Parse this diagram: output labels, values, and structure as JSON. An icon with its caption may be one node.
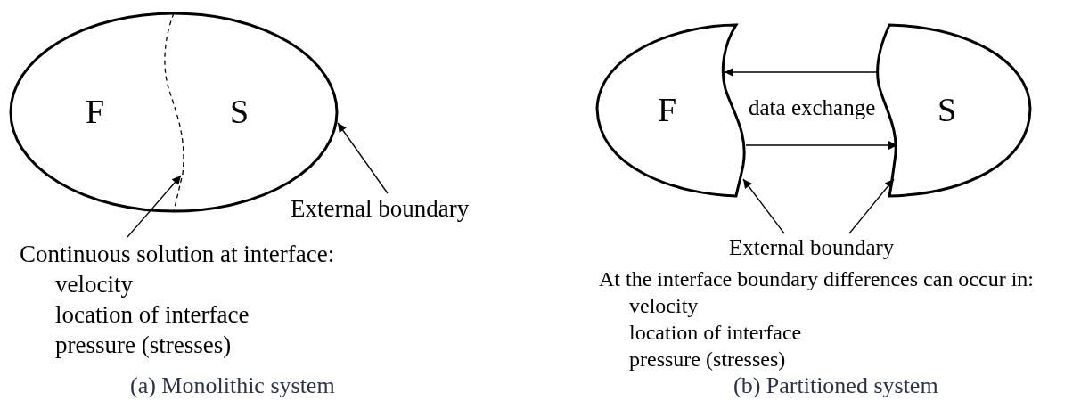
{
  "diagram": {
    "nodes": [
      {
        "text": [
          "F",
          "S"
        ]
      },
      {
        "text": [],
        "shape": "line",
        "in": 0
      },
      {
        "text": [
          "External boundary"
        ]
      },
      {
        "text": [
          "Continuous solution at interface:",
          "velocity",
          "location of interface",
          "pressure (stresses)"
        ]
      },
      {
        "text": [
          "F"
        ]
      },
      {
        "text": [
          "S"
        ]
      },
      {
        "text": [
          "External boundary"
        ]
      },
      {
        "text": [
          "At the interface boundary differences can occur in:",
          "velocity",
          "location of interface",
          "pressure (stresses)"
        ]
      }
    ],
    "edges": [
      {
        "from": 2,
        "to": 0,
        "arrow": "to"
      },
      {
        "from": 3,
        "to": 1,
        "arrow": "to"
      },
      {
        "from": 5,
        "to": 4,
        "arrow": "to"
      },
      {
        "from": 4,
        "to": 5,
        "arrow": "to"
      },
      {
        "from": 6,
        "to": 4,
        "arrow": "to"
      },
      {
        "from": 6,
        "to": 5,
        "arrow": "to"
      }
    ],
    "labels": [
      "data exchange",
      "(a) Monolithic system",
      "(b) Partitioned system"
    ]
  }
}
